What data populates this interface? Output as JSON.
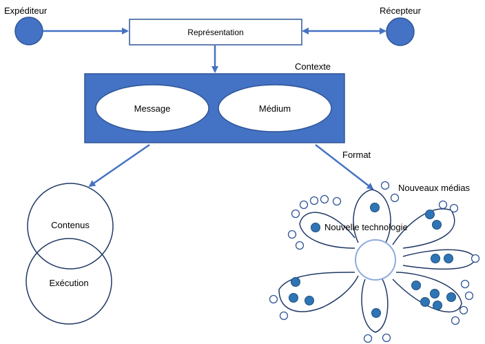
{
  "nodes": {
    "sender": "Expéditeur",
    "receiver": "Récepteur",
    "representation": "Représentation",
    "context": "Contexte",
    "message": "Message",
    "medium": "Médium",
    "format": "Format",
    "contents": "Contenus",
    "execution": "Exécution",
    "new_media": "Nouveaux médias",
    "new_technology": "Nouvelle technologie"
  },
  "colors": {
    "node_fill": "#4472c4",
    "node_stroke": "#2f5597",
    "arrow": "#4472c4",
    "outline": "#1f3864",
    "center_circle": "#8faadc"
  }
}
